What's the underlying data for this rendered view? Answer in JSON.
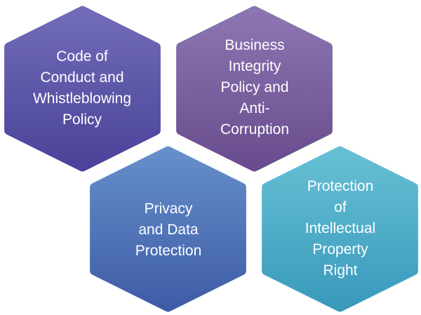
{
  "hexagons": [
    {
      "label_lines": [
        "Code of",
        "Conduct and",
        "Whistleblowing",
        "Policy"
      ],
      "color_top": "#716cb8",
      "color_bottom": "#4a4399"
    },
    {
      "label_lines": [
        "Business",
        "Integrity",
        "Policy and",
        "Anti-",
        "Corruption"
      ],
      "color_top": "#8c76b2",
      "color_bottom": "#694c8d"
    },
    {
      "label_lines": [
        "Privacy",
        "and Data",
        "Protection"
      ],
      "color_top": "#658fca",
      "color_bottom": "#3e5ca6"
    },
    {
      "label_lines": [
        "Protection",
        "of",
        "Intellectual",
        "Property",
        "Right"
      ],
      "color_top": "#66c0d4",
      "color_bottom": "#3a9abc"
    }
  ]
}
